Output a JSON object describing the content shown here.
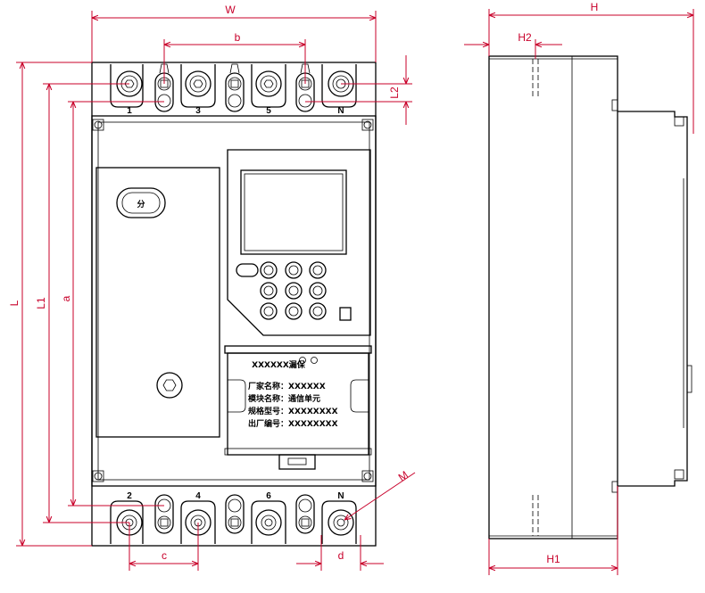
{
  "dimensions": {
    "W": "W",
    "b": "b",
    "H": "H",
    "H2": "H2",
    "L": "L",
    "L1": "L1",
    "a": "a",
    "L2": "L2",
    "c": "c",
    "d": "d",
    "H1": "H1",
    "M": "M"
  },
  "terminals_top": [
    "1",
    "3",
    "5",
    "N"
  ],
  "terminals_bottom": [
    "2",
    "4",
    "6",
    "N"
  ],
  "button_label": "分",
  "nameplate": {
    "title": "XXXXXX漏保",
    "lines": [
      "厂家名称：XXXXXX",
      "模块名称：通信单元",
      "规格型号：XXXXXXXX",
      "出厂编号：XXXXXXXX"
    ]
  },
  "colors": {
    "dimension": "#c8002a",
    "outline": "#000000"
  }
}
